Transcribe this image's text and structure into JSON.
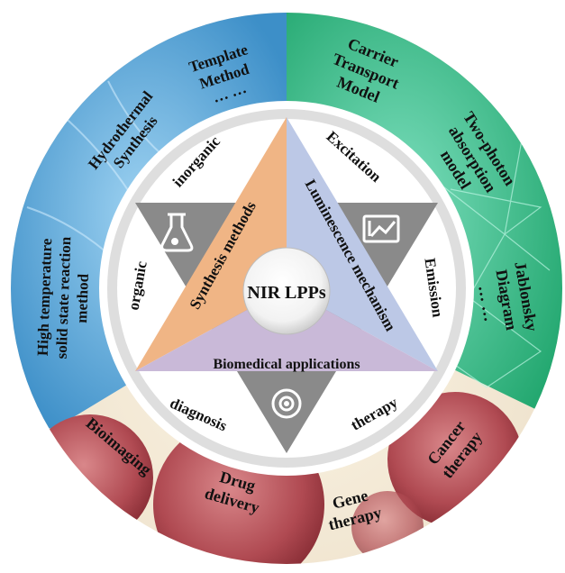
{
  "center": {
    "label": "NIR LPPs"
  },
  "triangles": {
    "synthesis": {
      "label": "Synthesis methods",
      "color": "#f0b585",
      "icon": "flask-icon"
    },
    "luminescence": {
      "label": "Luminescence mechanism",
      "color": "#bcc8e6",
      "icon": "chart-monitor-icon"
    },
    "biomedical": {
      "label": "Biomedical applications",
      "color": "#c9b9d8",
      "icon": "target-icon"
    }
  },
  "inner_ring": {
    "inorganic": "inorganic",
    "organic": "organic",
    "excitation": "Excitation",
    "emission": "Emission",
    "diagnosis": "diagnosis",
    "therapy": "therapy"
  },
  "outer_ring": {
    "synthesis": {
      "color": "#5aaad8",
      "template": [
        "Template",
        "Method",
        "… …"
      ],
      "hydrothermal": [
        "Hydrothermal",
        "Synthesis"
      ],
      "high_temp": [
        "High temperature",
        "solid state reaction",
        "method"
      ]
    },
    "luminescence": {
      "color": "#2fb87e",
      "carrier": [
        "Carrier",
        "Transport",
        "Model"
      ],
      "two_photon": [
        "Two-photon",
        "absorption",
        "model"
      ],
      "jablonsky": [
        "Jablonsky",
        "Diagram",
        "… …"
      ]
    },
    "biomedical": {
      "color": "#f3e8d6",
      "bioimaging": "Bioimaging",
      "drug": [
        "Drug",
        "delivery"
      ],
      "gene": [
        "Gene",
        "therapy"
      ],
      "cancer": [
        "Cancer",
        "therapy"
      ]
    }
  }
}
